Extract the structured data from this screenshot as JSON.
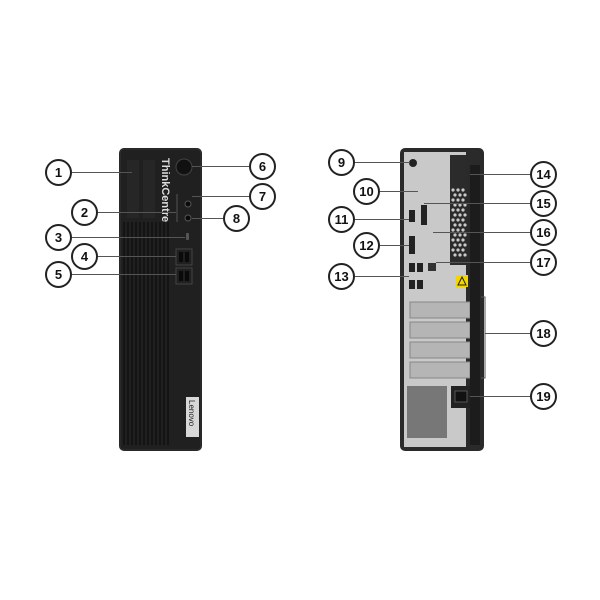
{
  "front": {
    "brand_label": "ThinkCentre",
    "logo_label": "Lenovo",
    "callouts": [
      "1",
      "2",
      "3",
      "4",
      "5",
      "6",
      "7",
      "8"
    ]
  },
  "rear": {
    "callouts": [
      "9",
      "10",
      "11",
      "12",
      "13",
      "14",
      "15",
      "16",
      "17",
      "18",
      "19"
    ]
  },
  "colors": {
    "case": "#1c1c1c",
    "rear_panel": "#c9c9c9",
    "warning": "#f2d600",
    "callout_border": "#222222"
  }
}
